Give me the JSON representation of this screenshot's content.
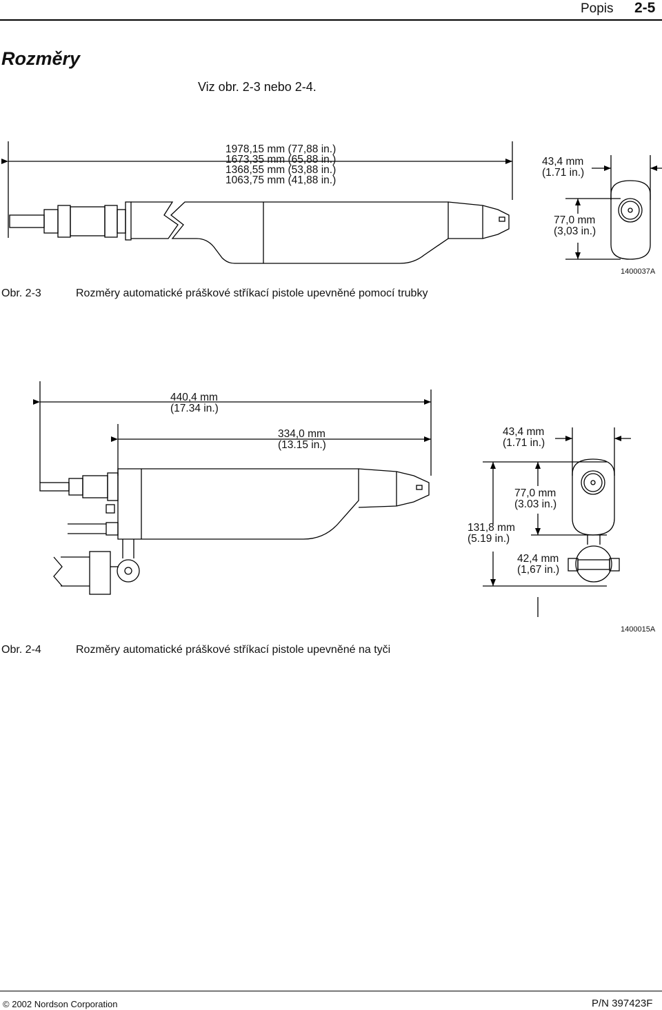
{
  "header": {
    "section": "Popis",
    "page": "2-5"
  },
  "section_title": "Rozměry",
  "intro": "Viz obr. 2-3 nebo 2-4.",
  "fig1": {
    "dim_length_1": "1978,15 mm (77,88 in.)",
    "dim_length_2": "1673,35 mm (65,88 in.)",
    "dim_length_3": "1368,55 mm (53,88 in.)",
    "dim_length_4": "1063,75 mm (41,88 in.)",
    "dim_width_mm": "43,4 mm",
    "dim_width_in": "(1.71 in.)",
    "dim_height_mm": "77,0 mm",
    "dim_height_in": "(3,03 in.)",
    "drawing_id": "1400037A",
    "caption_label": "Obr. 2-3",
    "caption_text": "Rozměry automatické práškové stříkací pistole upevněné pomocí trubky"
  },
  "fig2": {
    "dim_total_mm": "440,4 mm",
    "dim_total_in": "(17.34 in.)",
    "dim_body_mm": "334,0 mm",
    "dim_body_in": "(13.15 in.)",
    "dim_width_mm": "43,4 mm",
    "dim_width_in": "(1.71 in.)",
    "dim_height_mm": "77,0 mm",
    "dim_height_in": "(3.03 in.)",
    "dim_overall_h_mm": "131,8 mm",
    "dim_overall_h_in": "(5.19 in.)",
    "dim_bracket_mm": "42,4 mm",
    "dim_bracket_in": "(1,67 in.)",
    "drawing_id": "1400015A",
    "caption_label": "Obr. 2-4",
    "caption_text": "Rozměry automatické práškové stříkací pistole upevněné na tyči"
  },
  "footer": {
    "copyright_symbol": "©",
    "copyright": "2002 Nordson Corporation",
    "part_number": "P/N 397423F"
  }
}
